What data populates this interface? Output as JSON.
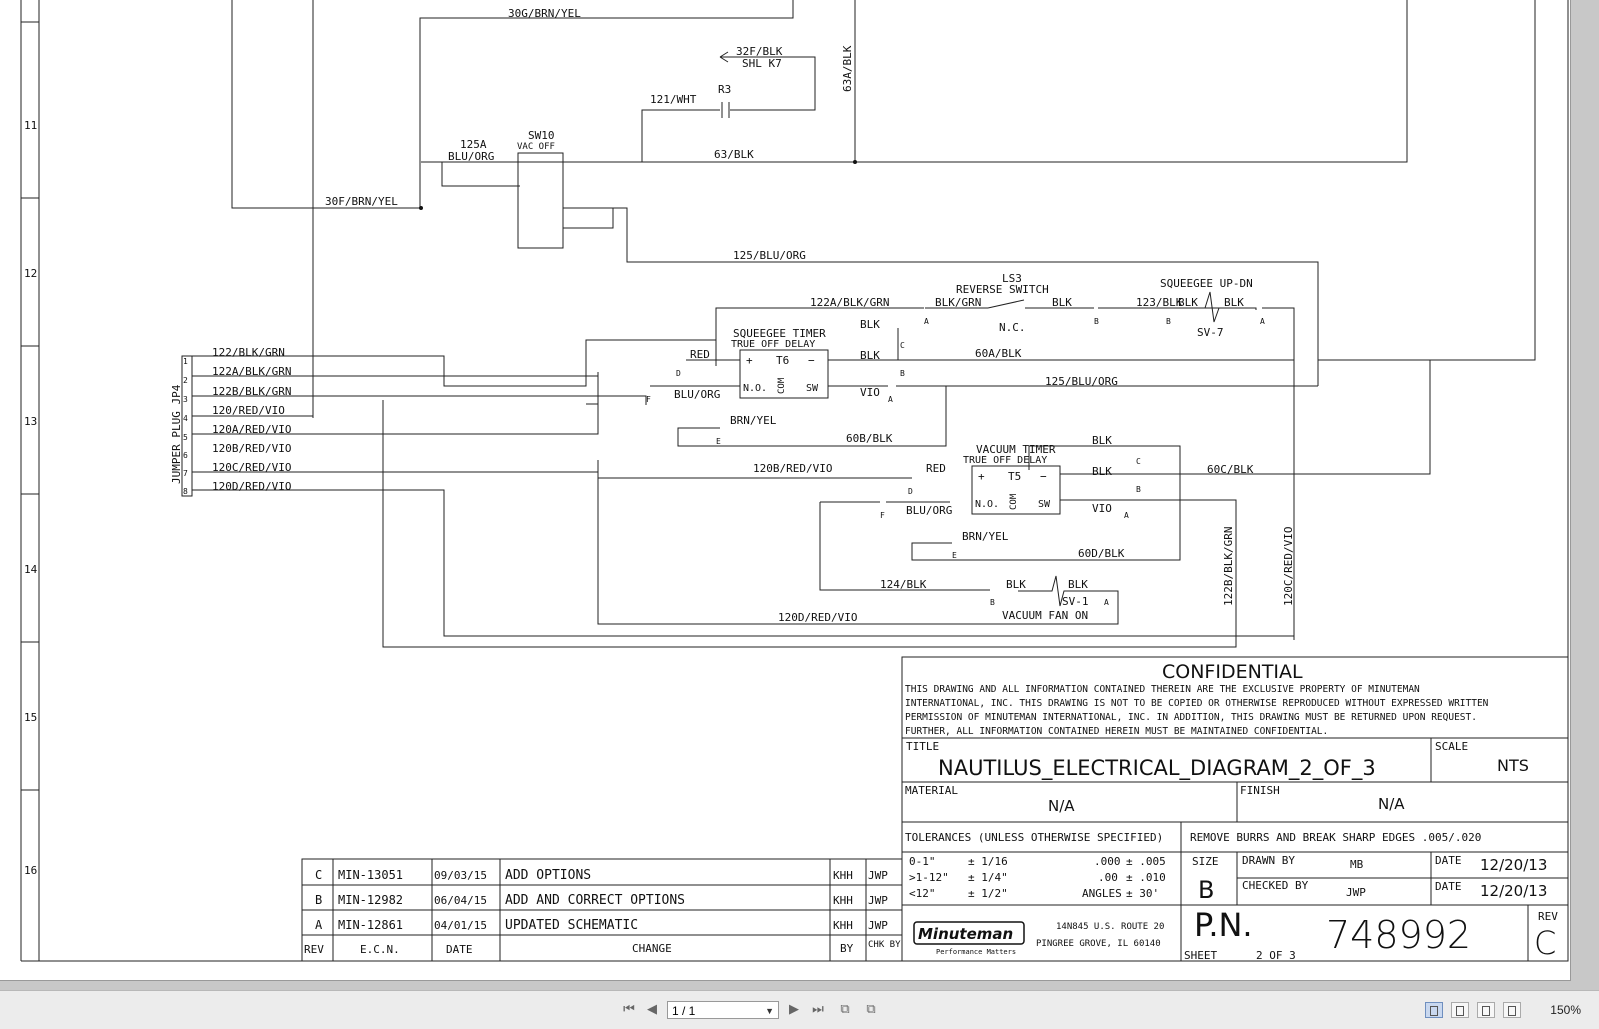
{
  "viewer": {
    "page_indicator": "1 / 1",
    "zoom": "150%",
    "icons": [
      "first-page-icon",
      "prev-page-icon",
      "next-page-icon",
      "last-page-icon",
      "fit-page-icon",
      "fit-width-icon",
      "single-page-icon",
      "continuous-page-icon",
      "facing-page-icon",
      "continuous-facing-icon"
    ]
  },
  "diagram": {
    "row_markers": [
      "11",
      "12",
      "13",
      "14",
      "15",
      "16"
    ],
    "wire_labels": {
      "w30g": "30G/BRN/YEL",
      "w32f": "32F/BLK",
      "shl": "SHL K7",
      "w121": "121/WHT",
      "r3": "R3",
      "w63a": "63A/BLK",
      "w63": "63/BLK",
      "w125a": "125A",
      "w125a_c": "BLU/ORG",
      "sw10": "SW10",
      "sw10_sub": "VAC OFF",
      "w30f": "30F/BRN/YEL",
      "w125": "125/BLU/ORG",
      "w122a_top": "122A/BLK/GRN",
      "ls3": "LS3",
      "ls3_name": "REVERSE SWITCH",
      "blkgrn": "BLK/GRN",
      "blk_a": "BLK",
      "nc": "N.C.",
      "w123": "123/BLK",
      "sq_updn": "SQUEEGEE UP-DN",
      "blk_b": "BLK",
      "blk_c": "BLK",
      "sv7": "SV-7",
      "sq_timer": "SQUEEGEE TIMER",
      "sq_timer_sub": "TRUE OFF DELAY",
      "t6": "T6",
      "red_1": "RED",
      "blk_d": "BLK",
      "blk_e": "BLK",
      "w60a": "60A/BLK",
      "w125_2": "125/BLU/ORG",
      "no_1": "N.O.",
      "com_1": "COM",
      "sw_1": "SW",
      "vio_1": "VIO",
      "bluorg_1": "BLU/ORG",
      "brnyel_1": "BRN/YEL",
      "w60b": "60B/BLK",
      "jp4": "JUMPER PLUG JP4",
      "j122": "122/BLK/GRN",
      "j122a": "122A/BLK/GRN",
      "j122b": "122B/BLK/GRN",
      "j120": "120/RED/VIO",
      "j120a": "120A/RED/VIO",
      "j120b": "120B/RED/VIO",
      "j120c": "120C/RED/VIO",
      "j120d": "120D/RED/VIO",
      "w120b": "120B/RED/VIO",
      "vac_timer": "VACUUM TIMER",
      "vac_timer_sub": "TRUE OFF DELAY",
      "t5": "T5",
      "red_2": "RED",
      "blk_f": "BLK",
      "blk_g": "BLK",
      "w60c": "60C/BLK",
      "no_2": "N.O.",
      "com_2": "COM",
      "sw_2": "SW",
      "vio_2": "VIO",
      "bluorg_2": "BLU/ORG",
      "brnyel_2": "BRN/YEL",
      "w60d": "60D/BLK",
      "w124": "124/BLK",
      "blk_h": "BLK",
      "blk_i": "BLK",
      "sv1": "SV-1",
      "vac_fan": "VACUUM FAN ON",
      "w120d": "120D/RED/VIO",
      "w122b_v": "122B/BLK/GRN",
      "w120c_v": "120C/RED/VIO"
    },
    "connector_pins": [
      "1",
      "2",
      "3",
      "4",
      "5",
      "6",
      "7",
      "8"
    ],
    "plug_letters": {
      "a": "A",
      "b": "B",
      "c": "C",
      "d": "D",
      "e": "E",
      "f": "F"
    }
  },
  "revisions": {
    "headers": {
      "rev": "REV",
      "ecn": "E.C.N.",
      "date": "DATE",
      "change": "CHANGE",
      "by": "BY",
      "chk": "CHK BY"
    },
    "rows": [
      {
        "rev": "C",
        "ecn": "MIN-13051",
        "date": "09/03/15",
        "change": "ADD OPTIONS",
        "by": "KHH",
        "chk": "JWP"
      },
      {
        "rev": "B",
        "ecn": "MIN-12982",
        "date": "06/04/15",
        "change": "ADD AND CORRECT OPTIONS",
        "by": "KHH",
        "chk": "JWP"
      },
      {
        "rev": "A",
        "ecn": "MIN-12861",
        "date": "04/01/15",
        "change": "UPDATED SCHEMATIC",
        "by": "KHH",
        "chk": "JWP"
      }
    ]
  },
  "title_block": {
    "confidential": "CONFIDENTIAL",
    "notice_lines": [
      "THIS DRAWING AND ALL INFORMATION CONTAINED THEREIN ARE THE EXCLUSIVE PROPERTY OF MINUTEMAN",
      "INTERNATIONAL, INC. THIS DRAWING IS NOT TO BE COPIED OR OTHERWISE REPRODUCED WITHOUT EXPRESSED WRITTEN",
      "PERMISSION OF MINUTEMAN INTERNATIONAL, INC. IN ADDITION, THIS DRAWING MUST BE RETURNED UPON REQUEST.",
      "FURTHER, ALL INFORMATION CONTAINED HEREIN MUST BE MAINTAINED CONFIDENTIAL."
    ],
    "title_label": "TITLE",
    "title": "NAUTILUS_ELECTRICAL_DIAGRAM_2_OF_3",
    "scale_label": "SCALE",
    "scale": "NTS",
    "material_label": "MATERIAL",
    "material": "N/A",
    "finish_label": "FINISH",
    "finish": "N/A",
    "tolerances_label": "TOLERANCES (UNLESS OTHERWISE SPECIFIED)",
    "edges_note": "REMOVE BURRS AND BREAK SHARP EDGES .005/.020",
    "tol_rows": [
      {
        "range": "0-1\"",
        "frac": "± 1/16",
        "dec_label": ".000",
        "dec": "± .005"
      },
      {
        "range": ">1-12\"",
        "frac": "± 1/4\"",
        "dec_label": ".00",
        "dec": "± .010"
      },
      {
        "range": "<12\"",
        "frac": "± 1/2\"",
        "dec_label": "ANGLES",
        "dec": "± 30'"
      }
    ],
    "size_label": "SIZE",
    "size": "B",
    "drawn_label": "DRAWN BY",
    "drawn": "MB",
    "date_label": "DATE",
    "drawn_date": "12/20/13",
    "checked_label": "CHECKED BY",
    "checked": "JWP",
    "checked_date": "12/20/13",
    "logo_text": "Minuteman",
    "logo_sub": "Performance Matters",
    "address_1": "14N845 U.S. ROUTE 20",
    "address_2": "PINGREE GROVE, IL 60140",
    "pn_label": "P.N.",
    "pn": "748992",
    "sheet_label": "SHEET",
    "sheet": "2 OF 3",
    "rev_label": "REV",
    "rev": "C"
  }
}
